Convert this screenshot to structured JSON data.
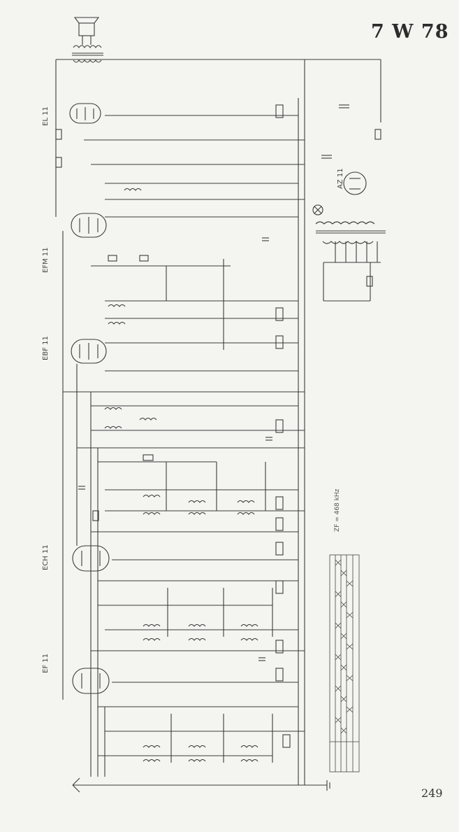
{
  "model": "7 W 78",
  "page_number": "249",
  "tubes": [
    {
      "label": "EL 11"
    },
    {
      "label": "EFM 11"
    },
    {
      "label": "EBF 11"
    },
    {
      "label": "ECH 11"
    },
    {
      "label": "EF 11"
    },
    {
      "label": "AZ 11"
    }
  ],
  "if_label": "ZF = 468 kHz",
  "colors": {
    "ink": "#3a3a3a",
    "paper": "#f4f4f1"
  }
}
